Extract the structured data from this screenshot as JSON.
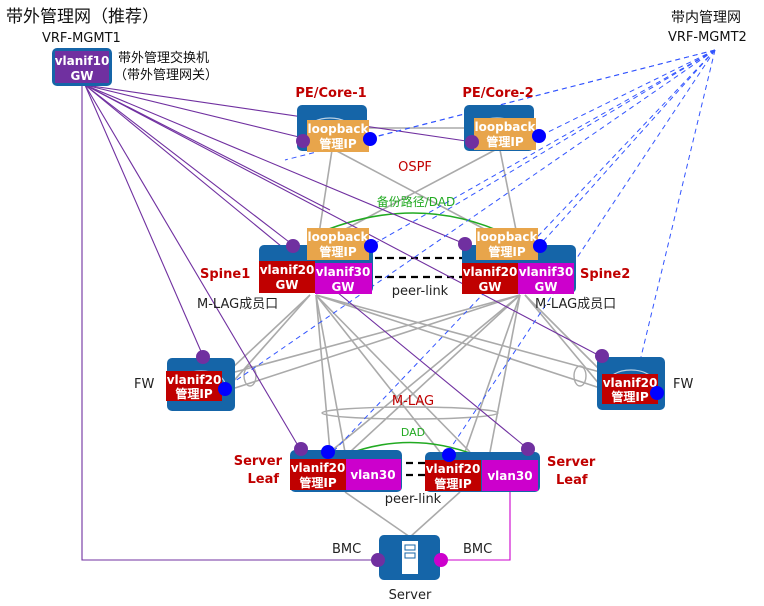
{
  "oob_network": {
    "title": "带外管理网（推荐）",
    "vrf": "VRF-MGMT1",
    "switch_label_line1": "带外管理交换机",
    "switch_label_line2": "（带外管理网关）",
    "gw_tag_line1": "vlanif10",
    "gw_tag_line2": "GW"
  },
  "inband_network": {
    "title": "带内管理网",
    "vrf": "VRF-MGMT2"
  },
  "core": [
    {
      "name": "PE/Core-1",
      "tag_line1": "loopback",
      "tag_line2": "管理IP"
    },
    {
      "name": "PE/Core-2",
      "tag_line1": "loopback",
      "tag_line2": "管理IP"
    }
  ],
  "labels": {
    "ospf": "OSPF",
    "backup_path": "备份路径/DAD",
    "peer_link": "peer-link",
    "mlag_member": "M-LAG成员口",
    "mlag": "M-LAG",
    "dad": "DAD",
    "fw": "FW",
    "bmc": "BMC",
    "server": "Server"
  },
  "spines": [
    {
      "name": "Spine1",
      "loopback_line1": "loopback",
      "loopback_line2": "管理IP",
      "vlanif20_line1": "vlanif20",
      "vlanif20_line2": "GW",
      "vlanif30_line1": "vlanif30",
      "vlanif30_line2": "GW"
    },
    {
      "name": "Spine2",
      "loopback_line1": "loopback",
      "loopback_line2": "管理IP",
      "vlanif20_line1": "vlanif20",
      "vlanif20_line2": "GW",
      "vlanif30_line1": "vlanif30",
      "vlanif30_line2": "GW"
    }
  ],
  "firewalls": [
    {
      "tag_line1": "vlanif20",
      "tag_line2": "管理IP"
    },
    {
      "tag_line1": "vlanif20",
      "tag_line2": "管理IP"
    }
  ],
  "leaves": [
    {
      "name_line1": "Server",
      "name_line2": "Leaf",
      "tag_line1": "vlanif20",
      "tag_line2": "管理IP",
      "vlan": "vlan30"
    },
    {
      "name_line1": "Server",
      "name_line2": "Leaf",
      "tag_line1": "vlanif20",
      "tag_line2": "管理IP",
      "vlan": "vlan30"
    }
  ],
  "colors": {
    "device_blue": "#1565a8",
    "oob_purple": "#7030a0",
    "inband_blue": "#0000ff",
    "loopback_orange": "#e8a54b",
    "vlanif20_red": "#c00000",
    "vlanif30_magenta": "#cc00cc",
    "label_red": "#c00000",
    "dad_green": "#22aa22",
    "link_gray": "#aaaaaa"
  }
}
